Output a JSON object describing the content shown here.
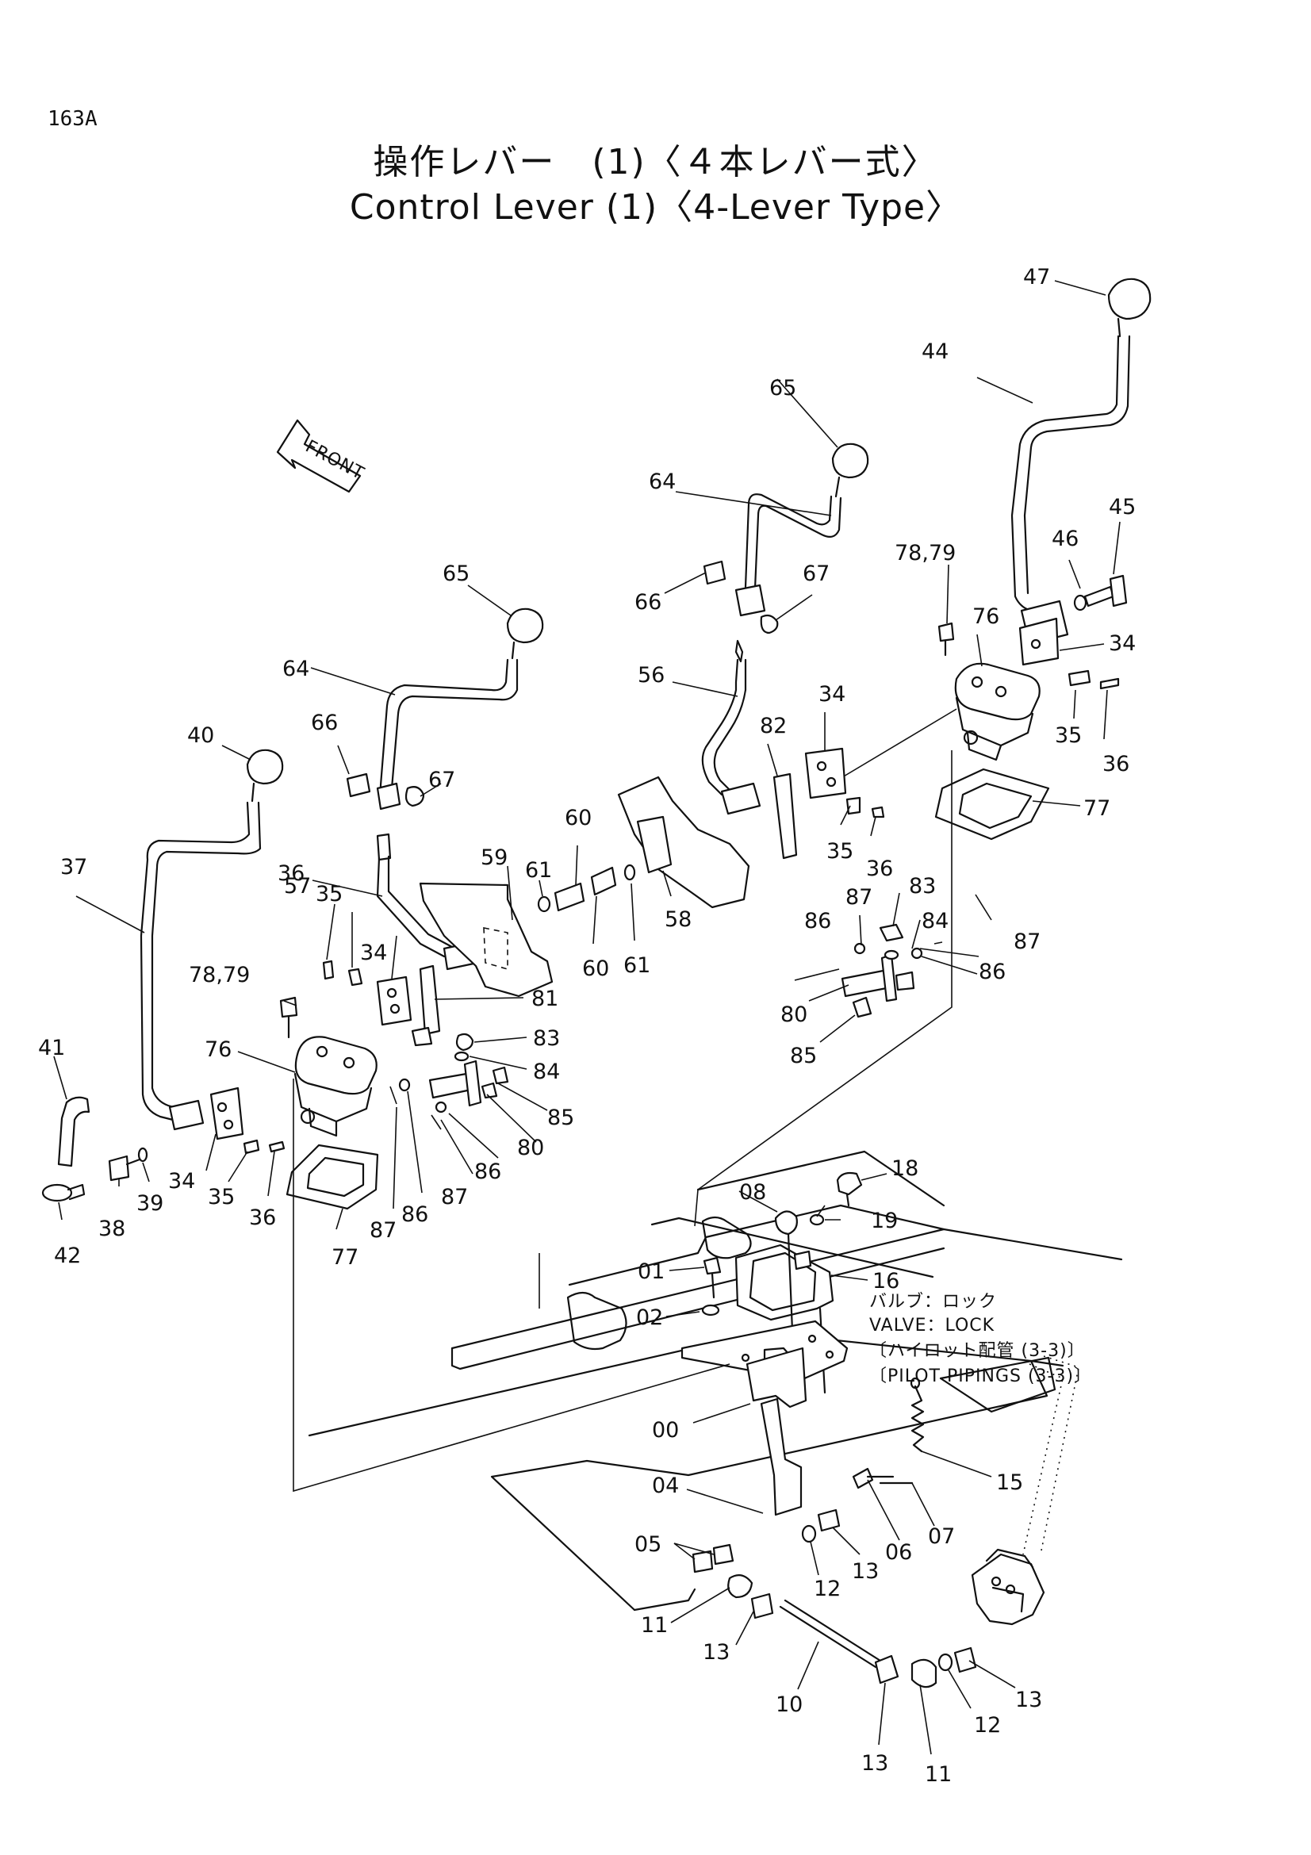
{
  "page_code": "163A",
  "title": {
    "jp": "操作レバー　(1)〈４本レバー式〉",
    "en": "Control Lever (1)〈4-Lever Type〉"
  },
  "front_tag": "FRONT",
  "valve_note": {
    "jp_line1": "バルブ：ロック",
    "en_line1": "VALVE：LOCK",
    "jp_line2": "〔ハイロット配管 (3-3)〕",
    "en_line2": "〔PILOT PIPINGS (3-3)〕"
  },
  "callouts": {
    "c47": "47",
    "c44": "44",
    "c45": "45",
    "c46": "46",
    "c34a": "34",
    "c35a": "35",
    "c36a": "36",
    "c7879a": "78,79",
    "c76a": "76",
    "c77a": "77",
    "c65a": "65",
    "c64a": "64",
    "c66a": "66",
    "c67a": "67",
    "c56": "56",
    "c82": "82",
    "c34b": "34",
    "c35b": "35",
    "c36b": "36",
    "c83a": "83",
    "c84a": "84",
    "c87a": "87",
    "c86a": "86",
    "c87b": "87",
    "c86b": "86",
    "c80a": "80",
    "c85a": "85",
    "c60a": "60",
    "c61a": "61",
    "c60b": "60",
    "c61b": "61",
    "c58": "58",
    "c59": "59",
    "c65b": "65",
    "c64b": "64",
    "c66b": "66",
    "c67b": "67",
    "c57": "57",
    "c40": "40",
    "c37": "37",
    "c36c": "36",
    "c35c": "35",
    "c34c": "34",
    "c7879b": "78,79",
    "c81": "81",
    "c83b": "83",
    "c84b": "84",
    "c85b": "85",
    "c80b": "80",
    "c86c": "86",
    "c87c": "87",
    "c86d": "86",
    "c87d": "87",
    "c76b": "76",
    "c41": "41",
    "c38": "38",
    "c39": "39",
    "c42": "42",
    "c34d": "34",
    "c35d": "35",
    "c36d": "36",
    "c77b": "77",
    "c18": "18",
    "c08": "08",
    "c19": "19",
    "c01": "01",
    "c16": "16",
    "c02": "02",
    "c00": "00",
    "c04": "04",
    "c15": "15",
    "c07": "07",
    "c06": "06",
    "c05": "05",
    "c13a": "13",
    "c12a": "12",
    "c11a": "11",
    "c13b": "13",
    "c10": "10",
    "c13c": "13",
    "c11b": "11",
    "c12b": "12",
    "c13d": "13"
  }
}
